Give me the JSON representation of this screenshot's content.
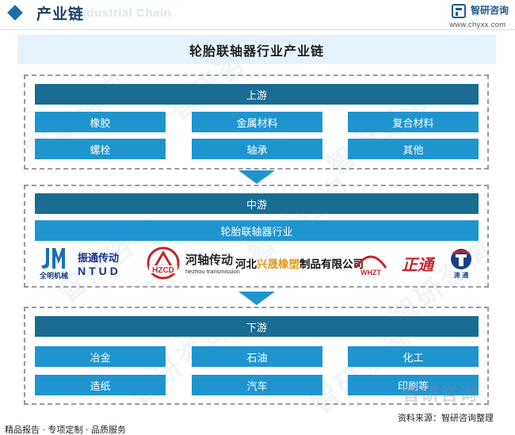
{
  "header": {
    "title": "产业链",
    "watermark_text": "Industrial Chain",
    "brand_name": "智研咨询",
    "brand_url": "www.chyxx.com",
    "brand_logo_icon": "zhiyan-logo-icon",
    "accent_color": "#1b6fa8"
  },
  "diagram": {
    "title": "轮胎联轴器行业产业链",
    "upstream": {
      "label": "上游",
      "items": [
        "橡胶",
        "金属材料",
        "复合材料",
        "螺栓",
        "轴承",
        "其他"
      ]
    },
    "midstream": {
      "label": "中游",
      "industry": "轮胎联轴器行业",
      "companies": [
        {
          "logo_icon": "quanming-logo-icon",
          "text": "全明机械"
        },
        {
          "logo_icon": "zhentong-logo-icon",
          "text": "振通传动",
          "sub": "NTUD"
        },
        {
          "logo_icon": "hzcd-logo-icon",
          "text": "HZCD"
        },
        {
          "logo_icon": "hezhou-logo-icon",
          "text": "河轴传动",
          "sub": "hezhou transmission"
        },
        {
          "logo_icon": "xingsheng-logo-icon",
          "text_a": "河北",
          "text_b": "兴晟",
          "text_c": "橡塑",
          "text_d": "制品有限公司"
        },
        {
          "logo_icon": "whzt-logo-icon",
          "text": "WHZT"
        },
        {
          "logo_icon": "zhengtong-logo-icon",
          "text": "正通"
        },
        {
          "logo_icon": "tao-tong-logo-icon",
          "text": "涛 通"
        }
      ]
    },
    "downstream": {
      "label": "下游",
      "items": [
        "冶金",
        "石油",
        "化工",
        "造纸",
        "汽车",
        "印刷等"
      ]
    },
    "colors": {
      "dark_bar": "#1a6c92",
      "light_bar": "#1f95cf"
    }
  },
  "footer": {
    "left": "精品报告 · 专项定制 · 品质服务",
    "source": "资料来源：智研咨询整理",
    "watermark": "智研咨询"
  }
}
